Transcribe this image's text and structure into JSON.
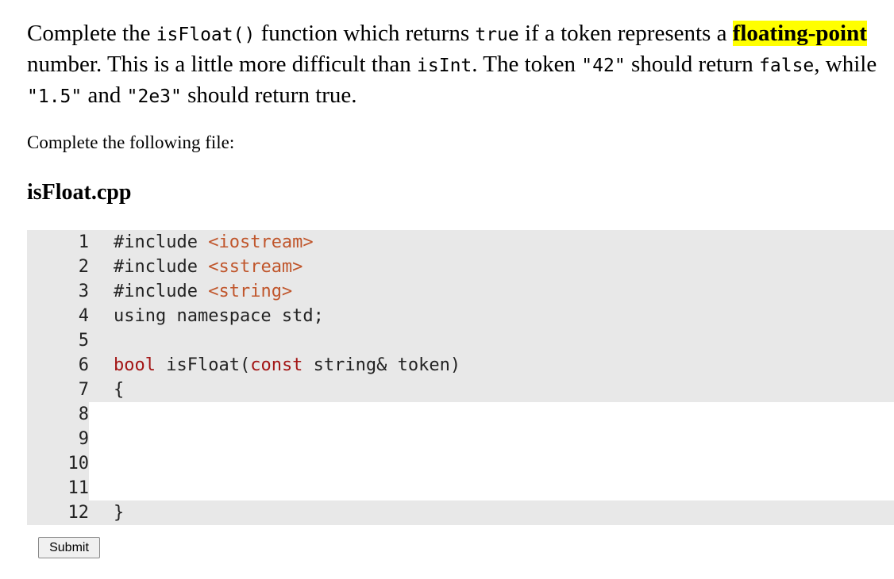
{
  "intro": {
    "t1": "Complete the ",
    "fn_name": "isFloat()",
    "t2": " function which returns ",
    "ret_true": "true",
    "t3": " if a token represents a ",
    "highlight": "floating-point",
    "t4": " number. This is a little more difficult than ",
    "is_int": "isInt",
    "t5": ". The token ",
    "tok_42": "\"42\"",
    "t6": " should return ",
    "ret_false": "false",
    "t7": ", while ",
    "tok_15": "\"1.5\"",
    "t8": " and ",
    "tok_2e3": "\"2e3\"",
    "t9": " should return true."
  },
  "instructions": "Complete the following file:",
  "file_name": "isFloat.cpp",
  "editor": {
    "lines": [
      {
        "num": "1",
        "editable": false,
        "segments": [
          {
            "text": "#include ",
            "style": "plain"
          },
          {
            "text": "<iostream>",
            "style": "lit"
          }
        ]
      },
      {
        "num": "2",
        "editable": false,
        "segments": [
          {
            "text": "#include ",
            "style": "plain"
          },
          {
            "text": "<sstream>",
            "style": "lit"
          }
        ]
      },
      {
        "num": "3",
        "editable": false,
        "segments": [
          {
            "text": "#include ",
            "style": "plain"
          },
          {
            "text": "<string>",
            "style": "lit"
          }
        ]
      },
      {
        "num": "4",
        "editable": false,
        "segments": [
          {
            "text": "using namespace std;",
            "style": "plain"
          }
        ]
      },
      {
        "num": "5",
        "editable": false,
        "segments": []
      },
      {
        "num": "6",
        "editable": false,
        "segments": [
          {
            "text": "bool",
            "style": "kw"
          },
          {
            "text": " isFloat(",
            "style": "plain"
          },
          {
            "text": "const",
            "style": "kw"
          },
          {
            "text": " string& token)",
            "style": "plain"
          }
        ]
      },
      {
        "num": "7",
        "editable": false,
        "segments": [
          {
            "text": "{",
            "style": "plain"
          }
        ]
      },
      {
        "num": "8",
        "editable": true,
        "segments": []
      },
      {
        "num": "9",
        "editable": true,
        "segments": []
      },
      {
        "num": "10",
        "editable": true,
        "segments": []
      },
      {
        "num": "11",
        "editable": true,
        "segments": []
      },
      {
        "num": "12",
        "editable": false,
        "segments": [
          {
            "text": "}",
            "style": "plain"
          }
        ]
      }
    ]
  },
  "submit_label": "Submit",
  "colors": {
    "highlight": "#ffff00",
    "string_literal": "#c0562c",
    "keyword": "#a31515",
    "readonly_bg": "#e8e8e8",
    "editable_bg": "#ffffff"
  }
}
